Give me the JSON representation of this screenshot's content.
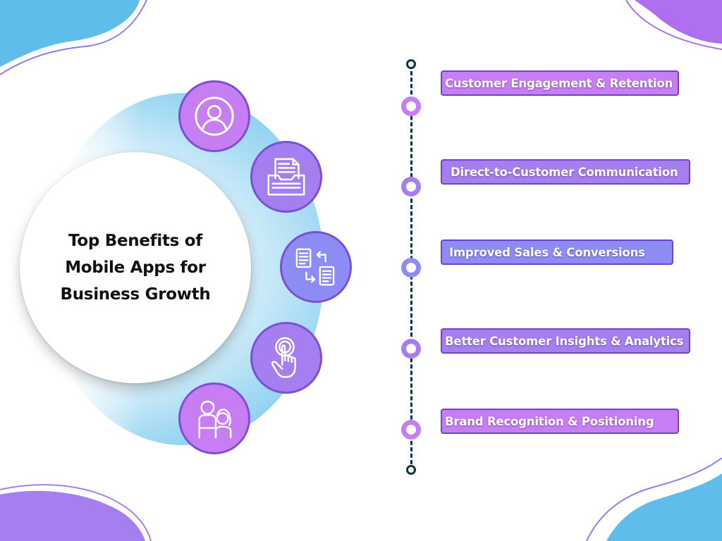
{
  "hub": {
    "title_line1": "Top Benefits of",
    "title_line2": "Mobile Apps for",
    "title_line3": "Business Growth"
  },
  "icons": [
    {
      "name": "user-icon",
      "color": "#c77ef2"
    },
    {
      "name": "document-folder-icon",
      "color": "#a57ff0"
    },
    {
      "name": "document-exchange-icon",
      "color": "#8d8cf5"
    },
    {
      "name": "tap-hand-icon",
      "color": "#a57ff0"
    },
    {
      "name": "family-icon",
      "color": "#c77ef2"
    }
  ],
  "benefits": [
    {
      "label": "Customer Engagement & Retention",
      "color": "#c77ef2"
    },
    {
      "label": "Direct-to-Customer Communication",
      "color": "#a57ff0"
    },
    {
      "label": "Improved Sales & Conversions",
      "color": "#8d8cf5"
    },
    {
      "label": "Better Customer Insights & Analytics",
      "color": "#a57ff0"
    },
    {
      "label": "Brand Recognition & Positioning",
      "color": "#c77ef2"
    }
  ],
  "colors": {
    "accent_blue": "#5fbee9",
    "accent_purple": "#a57ff0",
    "accent_violet": "#c77ef2",
    "timeline": "#0f3340"
  }
}
